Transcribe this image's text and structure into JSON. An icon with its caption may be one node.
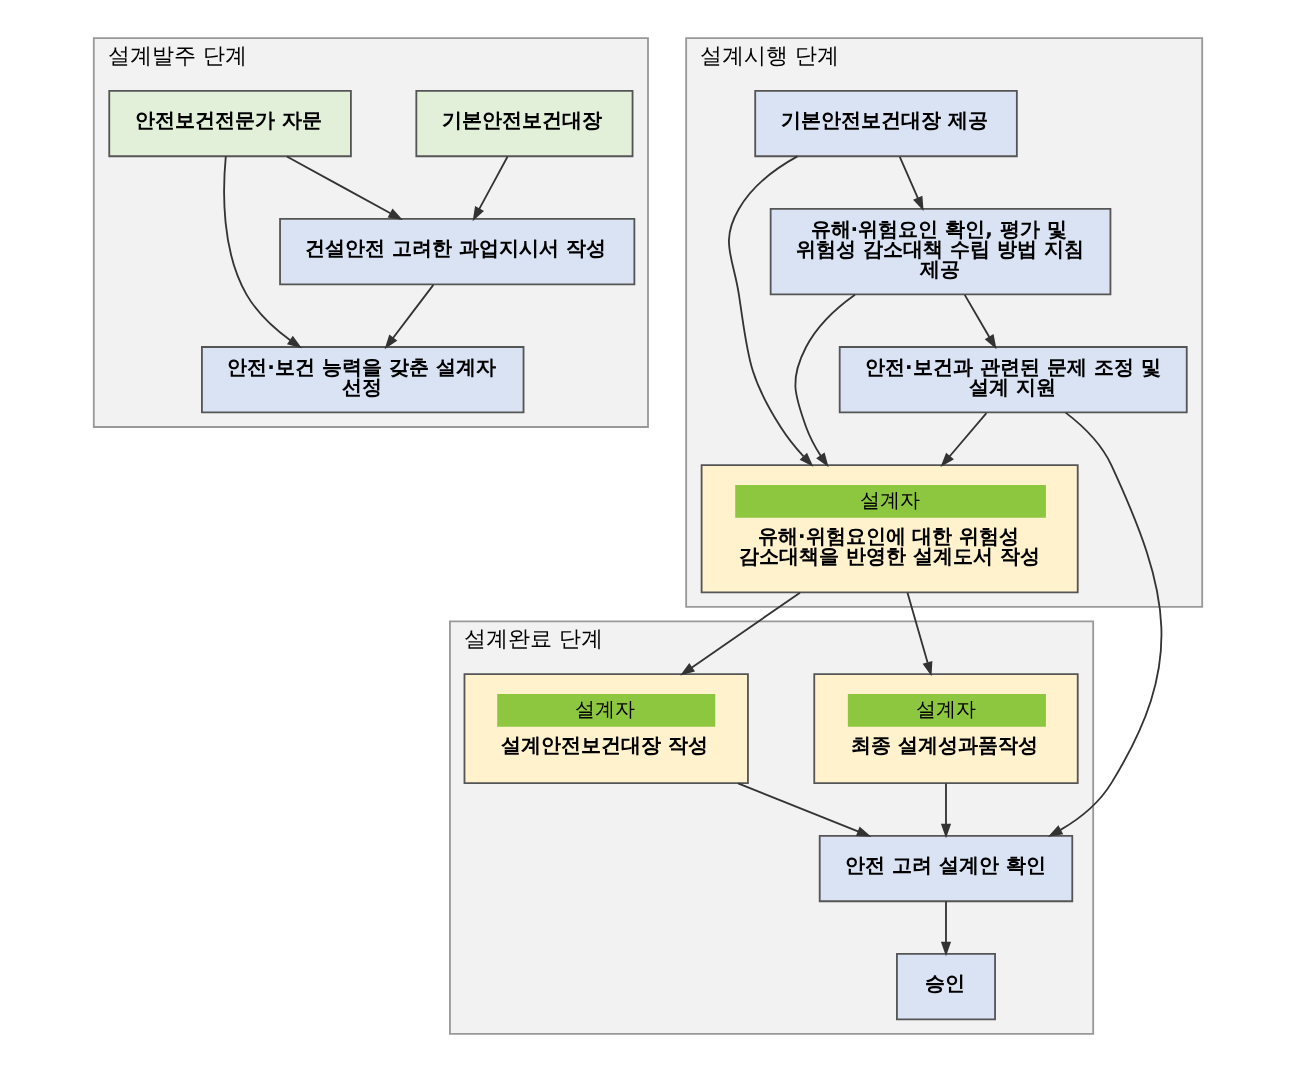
{
  "diagram": {
    "nodes": [
      {
        "text": [
          "설계발주 단계"
        ]
      },
      {
        "text": [
          "기본안전보건대장"
        ],
        "in": 0
      },
      {
        "text": [
          "건설안전 고려한 과업지시서 작성"
        ],
        "in": 0
      },
      {
        "text": [
          "안전보건전문가 자문"
        ],
        "in": 0
      },
      {
        "text": [
          "안전·보건 능력을 갖춘 설계자 선정"
        ],
        "in": 0
      },
      {
        "text": [
          "설계시행 단계"
        ]
      },
      {
        "text": [
          "기본안전보건대장 제공"
        ],
        "in": 5
      },
      {
        "text": [
          "유해·위험요인 확인, 평가 및 위험성 감소대책 수립 방법 지침 제공"
        ],
        "in": 5
      },
      {
        "text": [
          "안전·보건과 관련된 문제 조정 및 설계 지원"
        ],
        "in": 5
      },
      {
        "text": [
          "설계자",
          "유해·위험요인에 대한 위험성 감소대책을 반영한 설계도서 작성"
        ],
        "in": 5
      },
      {
        "text": [
          "설계완료 단계"
        ]
      },
      {
        "text": [
          "안전 고려 설계안 확인"
        ],
        "in": 10
      },
      {
        "text": [
          "승인"
        ],
        "in": 10
      },
      {
        "text": [
          "설계자",
          "최종 설계성과품작성"
        ],
        "in": 10
      },
      {
        "text": [
          "설계자",
          "설계안전보건대장 작성"
        ],
        "in": 10
      }
    ],
    "edges": [
      {
        "from": 1,
        "to": 2,
        "arrow": "to"
      },
      {
        "from": 3,
        "to": 2,
        "arrow": "to"
      },
      {
        "from": 2,
        "to": 4,
        "arrow": "to"
      },
      {
        "from": 3,
        "to": 4,
        "arrow": "to"
      },
      {
        "from": 6,
        "to": 9,
        "arrow": "to"
      },
      {
        "from": 6,
        "to": 7,
        "arrow": "to"
      },
      {
        "from": 7,
        "to": 9,
        "arrow": "to"
      },
      {
        "from": 7,
        "to": 8,
        "arrow": "to"
      },
      {
        "from": 8,
        "to": 9,
        "arrow": "to"
      },
      {
        "from": 8,
        "to": 11,
        "arrow": "to"
      },
      {
        "from": 9,
        "to": 13,
        "arrow": "to"
      },
      {
        "from": 9,
        "to": 14,
        "arrow": "to"
      },
      {
        "from": 13,
        "to": 11,
        "arrow": "to"
      },
      {
        "from": 14,
        "to": 11,
        "arrow": "to"
      },
      {
        "from": 11,
        "to": 12,
        "arrow": "to"
      }
    ]
  }
}
